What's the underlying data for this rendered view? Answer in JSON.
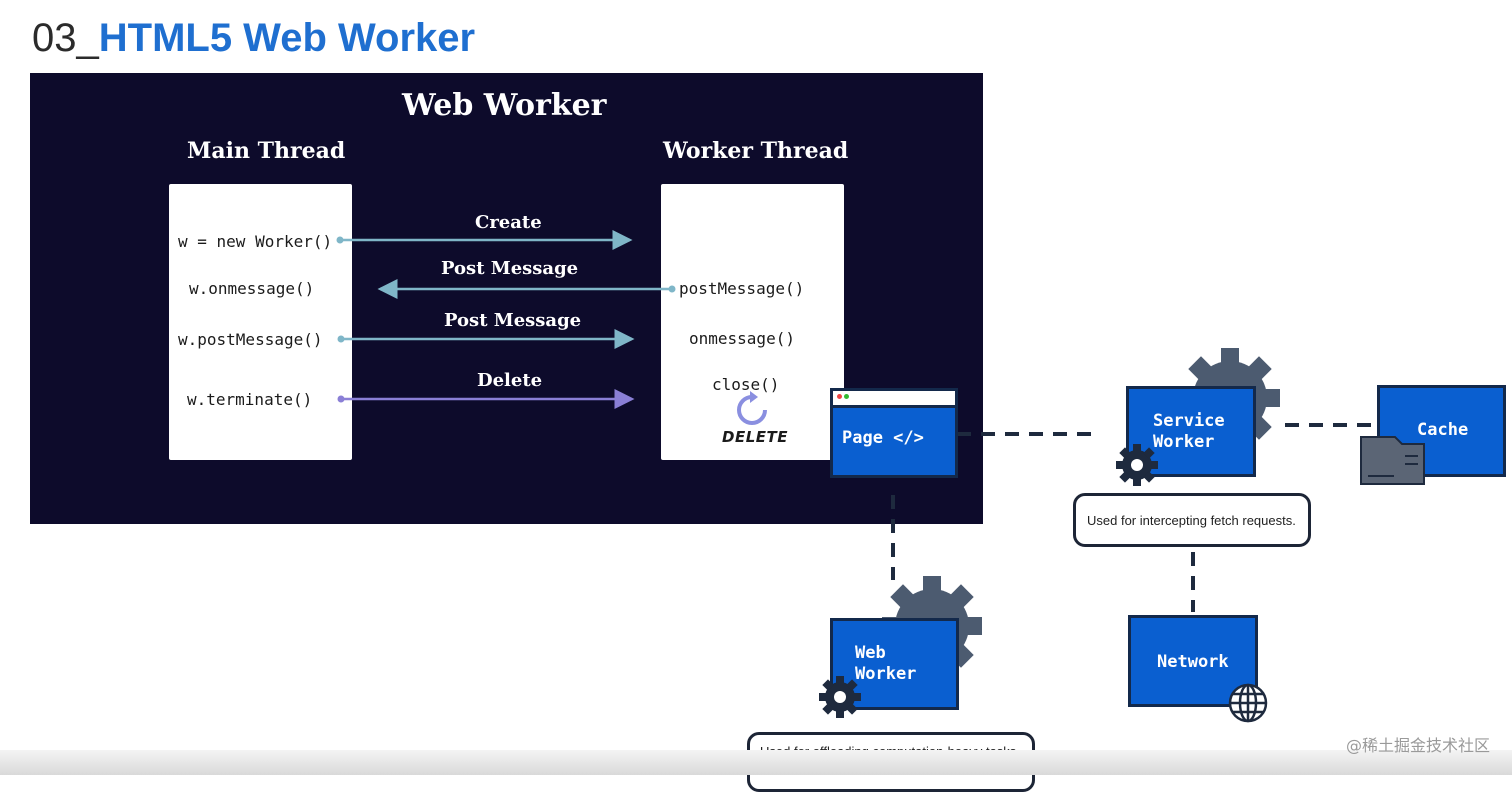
{
  "slide": {
    "title_prefix": "03_",
    "title_main": "HTML5 Web Worker"
  },
  "diagram": {
    "heading": "Web Worker",
    "main_thread": {
      "heading": "Main Thread",
      "calls": [
        "w = new Worker()",
        "w.onmessage()",
        "w.postMessage()",
        "w.terminate()"
      ]
    },
    "worker_thread": {
      "heading": "Worker Thread",
      "calls": [
        "postMessage()",
        "onmessage()",
        "close()"
      ],
      "delete_mark": "DELETE"
    },
    "arrows": [
      "Create",
      "Post Message",
      "Post Message",
      "Delete"
    ]
  },
  "architecture": {
    "page": "Page </>",
    "service_worker": "Service\nWorker",
    "cache": "Cache",
    "web_worker": "Web\nWorker",
    "network": "Network",
    "service_worker_tip": "Used for intercepting fetch requests.",
    "web_worker_tip": "Used for offloading computation-heavy tasks to another thread.",
    "icons": [
      "gear-icon",
      "folder-icon",
      "globe-icon",
      "browser-window-icon",
      "refresh-icon"
    ],
    "colors": {
      "node_blue": "#0a5fd0",
      "node_border": "#13294b",
      "gear_gray": "#4c5b70"
    }
  },
  "watermark": "@稀土掘金技术社区"
}
